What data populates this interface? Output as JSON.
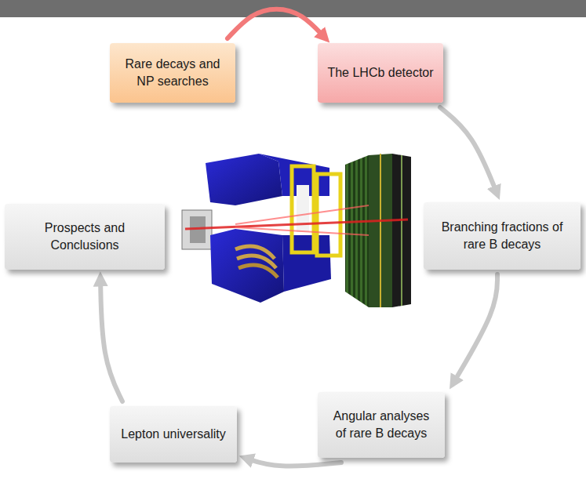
{
  "diagram": {
    "nodes": [
      {
        "text": [
          "Rare decays and NP searches"
        ]
      },
      {
        "text": [
          "The LHCb detector"
        ]
      },
      {
        "text": [
          "Branching fractions of rare B decays"
        ]
      },
      {
        "text": [
          "Angular analyses of rare B decays"
        ]
      },
      {
        "text": [
          "Lepton universality"
        ]
      },
      {
        "text": [
          "Prospects and Conclusions"
        ]
      }
    ],
    "edges": [
      {
        "from": 0,
        "to": 1,
        "arrow": "to"
      },
      {
        "from": 1,
        "to": 2,
        "arrow": "to"
      },
      {
        "from": 2,
        "to": 3,
        "arrow": "to"
      },
      {
        "from": 3,
        "to": 4,
        "arrow": "to"
      },
      {
        "from": 4,
        "to": 5,
        "arrow": "to"
      }
    ]
  }
}
